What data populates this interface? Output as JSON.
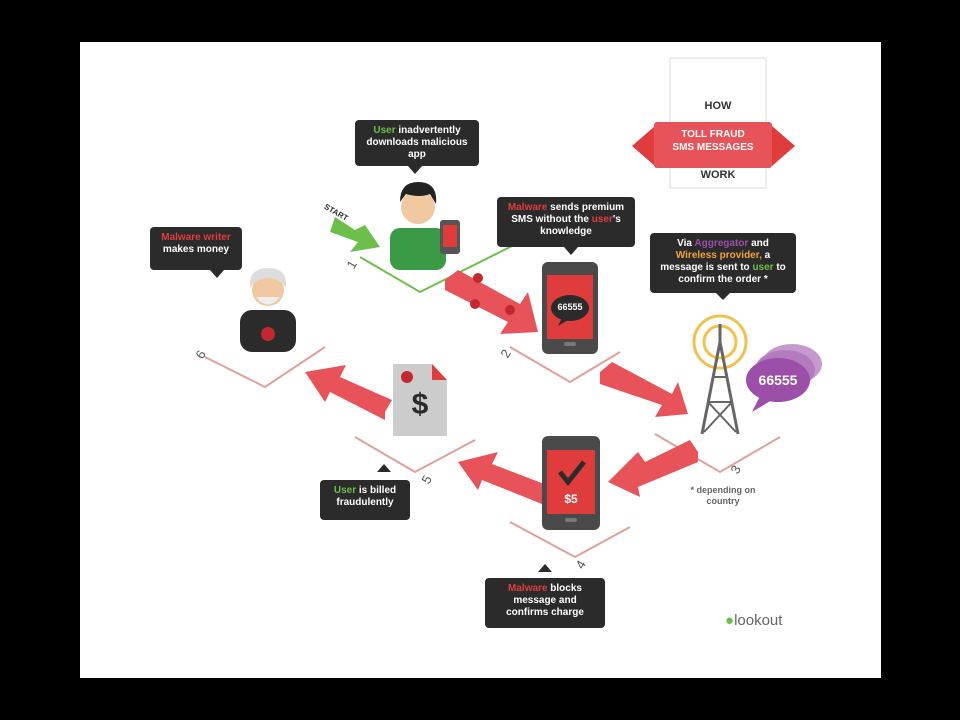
{
  "title": {
    "how": "HOW",
    "ribbon_line1": "TOLL FRAUD",
    "ribbon_line2": "SMS MESSAGES",
    "work": "WORK"
  },
  "start_label": "START",
  "steps": {
    "s1": {
      "number": "1",
      "pre": "",
      "hl": "User",
      "post": " inadvertently downloads malicious app"
    },
    "s2": {
      "number": "2",
      "hl": "Malware",
      "post": " sends premium SMS without the ",
      "hl2": "user",
      "post2": "'s knowledge",
      "sms": "66555"
    },
    "s3": {
      "number": "3",
      "pre": "Via ",
      "hl_agg": "Aggregator",
      "mid": " and ",
      "hl_wp": "Wireless provider,",
      "mid2": " a message is sent to ",
      "hl_user": "user",
      "post": " to confirm the order *",
      "sms": "66555",
      "note": "* depending on country"
    },
    "s4": {
      "number": "4",
      "hl": "Malware",
      "post": " blocks message and confirms charge",
      "amount": "$5"
    },
    "s5": {
      "number": "5",
      "hl": "User",
      "post": " is billed fraudulently",
      "dollar": "$"
    },
    "s6": {
      "number": "6",
      "hl": "Malware writer",
      "post": " makes money"
    }
  },
  "brand": "lookout",
  "colors": {
    "red": "#e03c3c",
    "green": "#6cc04a",
    "dark": "#2b2b2b",
    "arrow": "#e8535a",
    "purple": "#9b4fa8",
    "orange": "#f2a33a"
  }
}
